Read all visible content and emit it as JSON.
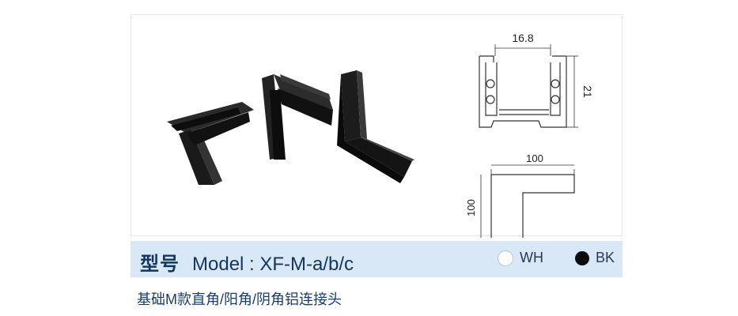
{
  "product": {
    "label": "型号",
    "model": "Model : XF-M-a/b/c",
    "description": "基础M款直角/阳角/阴角铝连接头"
  },
  "colors": [
    {
      "code": "WH",
      "hex": "#ffffff"
    },
    {
      "code": "BK",
      "hex": "#0a0a0a"
    }
  ],
  "dimensions": {
    "profile_width": "16.8",
    "profile_height": "21",
    "corner_width": "100",
    "corner_height": "100"
  },
  "theme": {
    "band_bg": "#d8e8f6",
    "text_navy": "#13355f"
  }
}
